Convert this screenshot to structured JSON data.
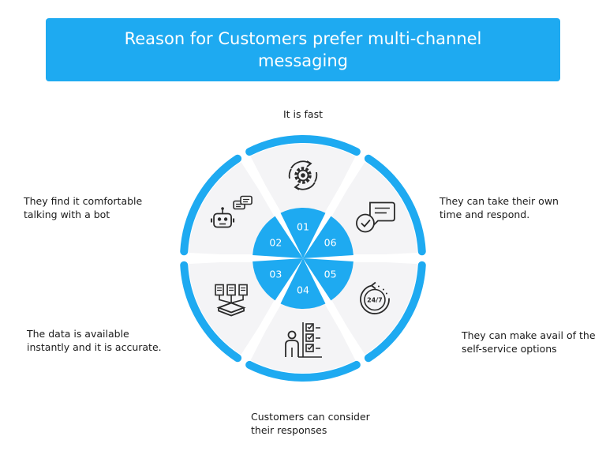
{
  "title": "Reason for Customers prefer multi-channel messaging",
  "colors": {
    "banner": "#1eaaf1",
    "ring": "#1eaaf1",
    "hub": "#1eaaf1",
    "panel": "#f4f4f6",
    "icon_stroke": "#2a2a2a"
  },
  "segments": [
    {
      "number": "01",
      "text": "It is fast",
      "icon": "gear-cycle-icon"
    },
    {
      "number": "02",
      "text": "They find it comfortable\ntalking with a bot",
      "icon": "chatbot-icon"
    },
    {
      "number": "03",
      "text": "The data is available\ninstantly and it is accurate.",
      "icon": "data-documents-icon"
    },
    {
      "number": "04",
      "text": "Customers can consider\ntheir responses",
      "icon": "checklist-person-icon"
    },
    {
      "number": "05",
      "text": "They can make avail of the\nself-service options",
      "icon": "clock-24-7-icon"
    },
    {
      "number": "06",
      "text": "They can take their own\ntime and respond.",
      "icon": "message-check-icon"
    }
  ]
}
